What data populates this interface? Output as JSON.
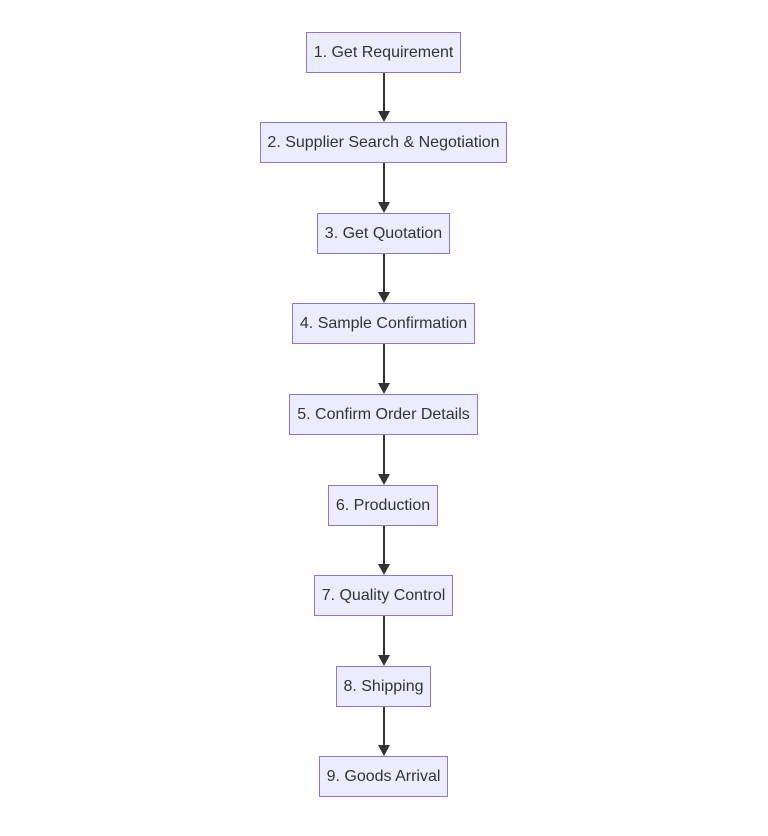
{
  "flowchart": {
    "direction": "top-down",
    "colors": {
      "node_fill": "#ececff",
      "node_border": "#9370db",
      "node_text": "#333333",
      "edge": "#333333",
      "background": "#ffffff"
    },
    "steps": [
      {
        "label": "1. Get Requirement"
      },
      {
        "label": "2. Supplier Search & Negotiation"
      },
      {
        "label": "3. Get Quotation"
      },
      {
        "label": "4. Sample Confirmation"
      },
      {
        "label": "5. Confirm Order Details"
      },
      {
        "label": "6. Production"
      },
      {
        "label": "7. Quality Control"
      },
      {
        "label": "8. Shipping"
      },
      {
        "label": "9. Goods Arrival"
      }
    ],
    "edges": [
      {
        "from": 1,
        "to": 2
      },
      {
        "from": 2,
        "to": 3
      },
      {
        "from": 3,
        "to": 4
      },
      {
        "from": 4,
        "to": 5
      },
      {
        "from": 5,
        "to": 6
      },
      {
        "from": 6,
        "to": 7
      },
      {
        "from": 7,
        "to": 8
      },
      {
        "from": 8,
        "to": 9
      }
    ]
  }
}
